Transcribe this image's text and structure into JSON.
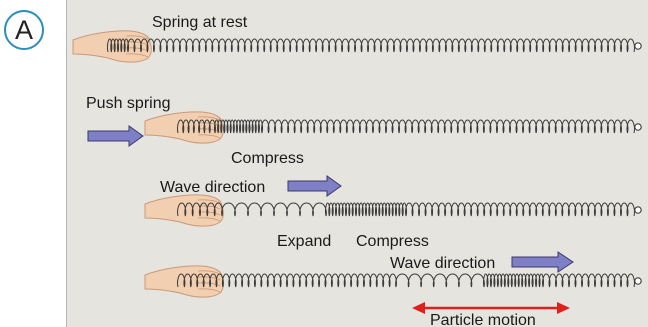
{
  "figure_label": "A",
  "rows": [
    {
      "id": "rest",
      "labels": [
        "Spring at rest"
      ]
    },
    {
      "id": "push",
      "labels": [
        "Push spring",
        "Compress"
      ]
    },
    {
      "id": "wave1",
      "labels": [
        "Wave direction",
        "Expand",
        "Compress"
      ]
    },
    {
      "id": "wave2",
      "labels": [
        "Wave direction",
        "Particle motion"
      ]
    }
  ],
  "colors": {
    "panel_background": "#e6e4df",
    "coil": "#3a3a3a",
    "arrow_fill": "#7f7fc8",
    "particle_arrow": "#e0201c",
    "badge_border": "#2a8fb8"
  }
}
